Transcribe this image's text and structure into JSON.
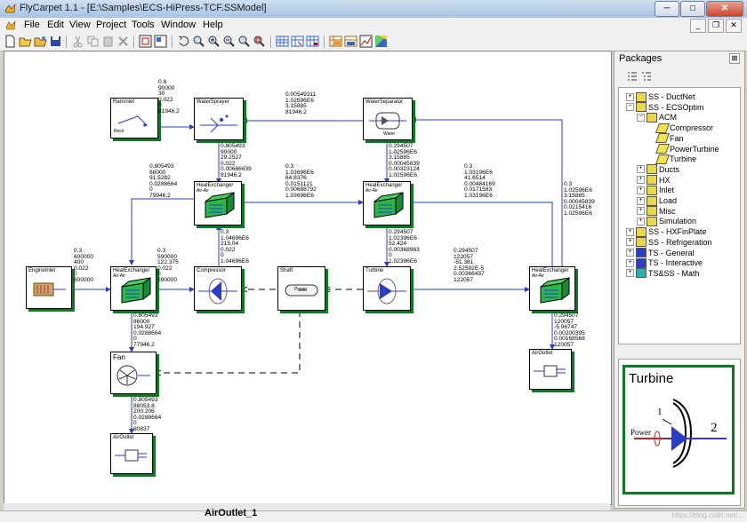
{
  "window": {
    "title": "FlyCarpet 1.1 - [E:\\Samples\\ECS-HiPress-TCF.SSModel]",
    "min": "─",
    "max": "□",
    "close": "✕"
  },
  "menu": [
    "File",
    "Edit",
    "View",
    "Project",
    "Tools",
    "Window",
    "Help"
  ],
  "mdi": {
    "min": "_",
    "restore": "❐",
    "close": "✕"
  },
  "statusbar": {
    "text": "AirOutlet_1",
    "watermark": "https://blog.csdn.net/..."
  },
  "packages": {
    "title": "Packages",
    "close": "⊠",
    "tree": [
      {
        "label": "SS - DuctNet",
        "level": 0,
        "exp": "+",
        "color": "#e8d84a"
      },
      {
        "label": "SS - ECSOptim",
        "level": 0,
        "exp": "−",
        "color": "#e8d84a"
      },
      {
        "label": "ACM",
        "level": 1,
        "exp": "−",
        "color": "#e8d84a"
      },
      {
        "label": "Compressor",
        "level": 2,
        "exp": "",
        "color": "#f4e24a"
      },
      {
        "label": "Fan",
        "level": 2,
        "exp": "",
        "color": "#f4e24a"
      },
      {
        "label": "PowerTurbine",
        "level": 2,
        "exp": "",
        "color": "#f4e24a"
      },
      {
        "label": "Turbine",
        "level": 2,
        "exp": "",
        "color": "#f4e24a"
      },
      {
        "label": "Ducts",
        "level": 1,
        "exp": "+",
        "color": "#e8d84a"
      },
      {
        "label": "HX",
        "level": 1,
        "exp": "+",
        "color": "#e8d84a"
      },
      {
        "label": "Inlet",
        "level": 1,
        "exp": "+",
        "color": "#e8d84a"
      },
      {
        "label": "Load",
        "level": 1,
        "exp": "+",
        "color": "#e8d84a"
      },
      {
        "label": "Misc",
        "level": 1,
        "exp": "+",
        "color": "#e8d84a"
      },
      {
        "label": "Simulation",
        "level": 1,
        "exp": "+",
        "color": "#e8d84a"
      },
      {
        "label": "SS - HXFinPlate",
        "level": 0,
        "exp": "+",
        "color": "#e8d84a"
      },
      {
        "label": "SS - Refrigeration",
        "level": 0,
        "exp": "+",
        "color": "#e8d84a"
      },
      {
        "label": "TS - General",
        "level": 0,
        "exp": "+",
        "color": "#2a3cc8"
      },
      {
        "label": "TS - Interactive",
        "level": 0,
        "exp": "+",
        "color": "#2a3cc8"
      },
      {
        "label": "TS&SS - Math",
        "level": 0,
        "exp": "+",
        "color": "#2ab0b0"
      }
    ],
    "preview": {
      "title": "Turbine",
      "port1": "1",
      "port2": "2",
      "power": "Power"
    }
  },
  "blocks": {
    "raminlet": "RamInlet",
    "raminlet_sub": "Recir",
    "watersprayer": "WaterSprayer",
    "waterseparator": "WaterSeparator",
    "waterseparator_sub": "Water",
    "hx_mid": "HeatExchanger",
    "hx_mid_sub": "Air-Air",
    "hx_right": "HeatExchanger",
    "hx_right_sub": "Air-Air",
    "engineinlet": "EngineInlet",
    "hx_left": "HeatExchanger",
    "hx_left_sub": "Air-Air",
    "compressor": "Compressor",
    "shaft": "Shaft",
    "shaft_sub": "Power",
    "turbine": "Turbine",
    "hx_far": "HeatExchanger",
    "hx_far_sub": "Air-Air",
    "fan": "Fan",
    "airoutlet_left": "AirOutlet",
    "airoutlet_right": "AirOutlet"
  },
  "values": {
    "v_raminlet": "0.8\n90000\n30\n0.022\n0\n81946.2",
    "v_top": "0.00549311\n1.02596E6\n3.15885\n81946.2",
    "v_sprayer_out": "0.805493\n90000\n29.2527\n0.022\n0.00686639\n81946.2",
    "v_sep_out": "0.294507\n1.02596E6\n3.15885\n0.00045839\n0.00323124\n1.02596E6",
    "v_hx_top_left": "0.805493\n88000\n91.5282\n0.0288664\n0\n79946.2",
    "v_mid": "0.3\n1.03696E6\n64.8376\n0.0151121\n0.00688792\n1.03696E6",
    "v_mid_right": "0.3\n1.03196E6\n41.6514\n0.00484169\n0.0171583\n1.03196E6",
    "v_right_col": "0.3\n1.02596E6\n3.15885\n0.00045839\n0.0215416\n1.02596E6",
    "v_engine": "0.3\n600000\n400\n0.022\n0\n600000",
    "v_comp_in": "0.3\n590000\n122.375\n0.022\n0\n590000",
    "v_comp_out": "0.3\n1.04696E6\n215.04\n0.022\n0\n1.04696E6",
    "v_turb_in": "0.294507\n1.02396E6\n52.424\n0.00368963\n0\n1.02396E6",
    "v_turb_out": "0.294507\n122057\n-51.381\n2.52592E-5\n0.00366437\n122057",
    "v_fan_in": "0.805493\n86000\n194.927\n0.0288664\n0\n77946.2",
    "v_far_out": "0.294507\n120057\n-5.96747\n0.00200395\n0.00168568\n120057",
    "v_fan_out": "0.805493\n88053.8\n200.206\n0.0288664\n0\n80837"
  }
}
